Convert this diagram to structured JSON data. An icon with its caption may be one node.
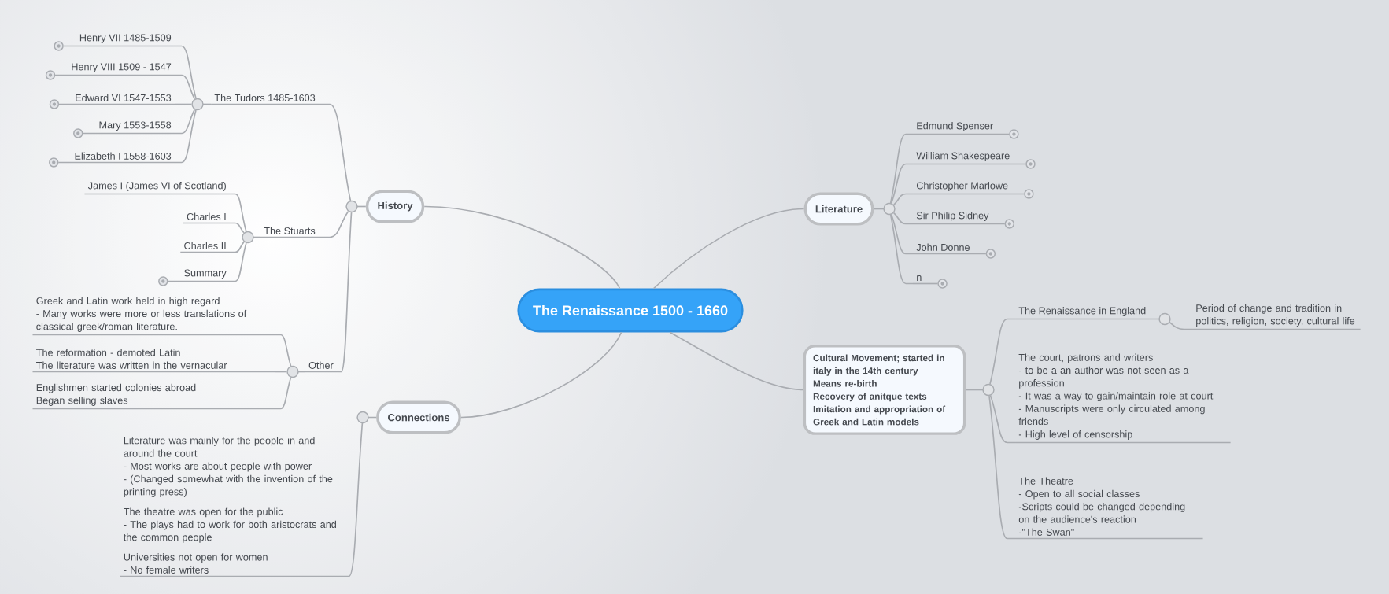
{
  "diagram": {
    "nodes": [
      {
        "text": [
          "The Renaissance 1500 - 1660"
        ]
      },
      {
        "text": [
          "History"
        ]
      },
      {
        "text": [
          "The Tudors 1485-1603"
        ]
      },
      {
        "text": [
          "Henry VII 1485-1509"
        ]
      },
      {
        "text": [
          "Henry VIII 1509 - 1547"
        ]
      },
      {
        "text": [
          "Edward VI 1547-1553"
        ]
      },
      {
        "text": [
          "Mary 1553-1558"
        ]
      },
      {
        "text": [
          "Elizabeth I 1558-1603"
        ]
      },
      {
        "text": [
          "The Stuarts"
        ]
      },
      {
        "text": [
          "James I (James VI of Scotland)"
        ]
      },
      {
        "text": [
          "Charles I"
        ]
      },
      {
        "text": [
          "Charles II"
        ]
      },
      {
        "text": [
          "Summary"
        ]
      },
      {
        "text": [
          "Other"
        ]
      },
      {
        "text": [
          "Greek and Latin work held in high regard",
          "- Many works were more or less translations of classical greek/roman literature."
        ]
      },
      {
        "text": [
          "The reformation - demoted Latin",
          "The literature was written in the vernacular"
        ]
      },
      {
        "text": [
          "Englishmen started colonies abroad",
          "Began selling slaves"
        ]
      },
      {
        "text": [
          "Connections"
        ]
      },
      {
        "text": [
          "Literature was mainly for the people in and around the court",
          "- Most works are about people with power",
          "- (Changed somewhat with the invention of the printing press)",
          "The theatre was open for the public",
          "- The plays had to work for both aristocrats and the common people",
          "Universities not open for women",
          "- No female writers"
        ]
      },
      {
        "text": [
          "Literature"
        ]
      },
      {
        "text": [
          "Edmund Spenser"
        ]
      },
      {
        "text": [
          "William Shakespeare"
        ]
      },
      {
        "text": [
          "Christopher Marlowe"
        ]
      },
      {
        "text": [
          "Sir Philip Sidney"
        ]
      },
      {
        "text": [
          "John Donne"
        ]
      },
      {
        "text": [
          "n"
        ]
      },
      {
        "text": [
          "Cultural Movement; started in italy in the 14th century",
          "Means re-birth",
          "Recovery of anitque texts",
          "Imitation and appropriation of Greek and Latin models"
        ]
      },
      {
        "text": [
          "The Renaissance in England"
        ]
      },
      {
        "text": [
          "Period of change and tradition in politics, religion, society, cultural life"
        ]
      },
      {
        "text": [
          "The court, patrons and writers",
          "- to be a an author was not seen as a profession",
          "- It was a way to gain/maintain role at court",
          "- Manuscripts were only circulated among friends",
          "- High level of censorship"
        ]
      },
      {
        "text": [
          "The Theatre",
          "- Open to all social classes",
          "-Scripts could be changed depending on the audience's reaction",
          "-\"The Swan\""
        ]
      }
    ],
    "edges": [
      {
        "from": 0,
        "to": 1,
        "arrow": "none"
      },
      {
        "from": 1,
        "to": 2,
        "arrow": "none"
      },
      {
        "from": 2,
        "to": 3,
        "arrow": "none"
      },
      {
        "from": 2,
        "to": 4,
        "arrow": "none"
      },
      {
        "from": 2,
        "to": 5,
        "arrow": "none"
      },
      {
        "from": 2,
        "to": 6,
        "arrow": "none"
      },
      {
        "from": 2,
        "to": 7,
        "arrow": "none"
      },
      {
        "from": 1,
        "to": 8,
        "arrow": "none"
      },
      {
        "from": 8,
        "to": 9,
        "arrow": "none"
      },
      {
        "from": 8,
        "to": 10,
        "arrow": "none"
      },
      {
        "from": 8,
        "to": 11,
        "arrow": "none"
      },
      {
        "from": 8,
        "to": 12,
        "arrow": "none"
      },
      {
        "from": 1,
        "to": 13,
        "arrow": "none"
      },
      {
        "from": 13,
        "to": 14,
        "arrow": "none"
      },
      {
        "from": 13,
        "to": 15,
        "arrow": "none"
      },
      {
        "from": 13,
        "to": 16,
        "arrow": "none"
      },
      {
        "from": 0,
        "to": 17,
        "arrow": "none"
      },
      {
        "from": 17,
        "to": 18,
        "arrow": "none"
      },
      {
        "from": 0,
        "to": 19,
        "arrow": "none"
      },
      {
        "from": 19,
        "to": 20,
        "arrow": "none"
      },
      {
        "from": 19,
        "to": 21,
        "arrow": "none"
      },
      {
        "from": 19,
        "to": 22,
        "arrow": "none"
      },
      {
        "from": 19,
        "to": 23,
        "arrow": "none"
      },
      {
        "from": 19,
        "to": 24,
        "arrow": "none"
      },
      {
        "from": 19,
        "to": 25,
        "arrow": "none"
      },
      {
        "from": 0,
        "to": 26,
        "arrow": "none"
      },
      {
        "from": 26,
        "to": 27,
        "arrow": "none"
      },
      {
        "from": 27,
        "to": 28,
        "arrow": "none"
      },
      {
        "from": 26,
        "to": 29,
        "arrow": "none"
      },
      {
        "from": 26,
        "to": 30,
        "arrow": "none"
      }
    ]
  }
}
